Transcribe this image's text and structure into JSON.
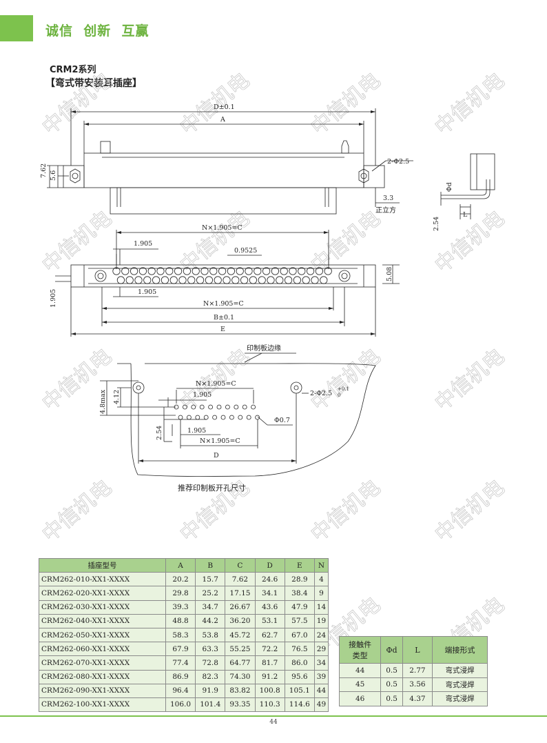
{
  "header": {
    "slogan": "诚信  创新  互赢",
    "accent_color": "#7dc24d"
  },
  "section": {
    "series": "CRM2系列",
    "title": "【弯式带安装耳插座】"
  },
  "watermark": "中信机电",
  "drawing": {
    "dims_top": [
      "D±0.1",
      "A",
      "2-Φ2.5",
      "7.62",
      "5.6",
      "3.3",
      "正立方"
    ],
    "side_dims": [
      "Φd",
      "2.54",
      "L"
    ],
    "dims_front": [
      "N×1.905=C",
      "1.905",
      "0.9525",
      "5.08",
      "1.905",
      "1.905",
      "N×1.905=C",
      "B±0.1",
      "E"
    ],
    "pcb_edge_label": "印制板边缘",
    "dims_pcb": [
      "N×1.905=C",
      "1.905",
      "4.8max",
      "4.12",
      "2-Φ2.5",
      "+0.1",
      "0",
      "2.54",
      "Φ0.7",
      "1.905",
      "N×1.905=C",
      "D"
    ],
    "pcb_caption": "推荐印制板开孔尺寸"
  },
  "main_table": {
    "headers": [
      "插座型号",
      "A",
      "B",
      "C",
      "D",
      "E",
      "N"
    ],
    "rows": [
      [
        "CRM262-010-XX1-XXXX",
        "20.2",
        "15.7",
        "7.62",
        "24.6",
        "28.9",
        "4"
      ],
      [
        "CRM262-020-XX1-XXXX",
        "29.8",
        "25.2",
        "17.15",
        "34.1",
        "38.4",
        "9"
      ],
      [
        "CRM262-030-XX1-XXXX",
        "39.3",
        "34.7",
        "26.67",
        "43.6",
        "47.9",
        "14"
      ],
      [
        "CRM262-040-XX1-XXXX",
        "48.8",
        "44.2",
        "36.20",
        "53.1",
        "57.5",
        "19"
      ],
      [
        "CRM262-050-XX1-XXXX",
        "58.3",
        "53.8",
        "45.72",
        "62.7",
        "67.0",
        "24"
      ],
      [
        "CRM262-060-XX1-XXXX",
        "67.9",
        "63.3",
        "55.25",
        "72.2",
        "76.5",
        "29"
      ],
      [
        "CRM262-070-XX1-XXXX",
        "77.4",
        "72.8",
        "64.77",
        "81.7",
        "86.0",
        "34"
      ],
      [
        "CRM262-080-XX1-XXXX",
        "86.9",
        "82.3",
        "74.30",
        "91.2",
        "95.6",
        "39"
      ],
      [
        "CRM262-090-XX1-XXXX",
        "96.4",
        "91.9",
        "83.82",
        "100.8",
        "105.1",
        "44"
      ],
      [
        "CRM262-100-XX1-XXXX",
        "106.0",
        "101.4",
        "93.35",
        "110.3",
        "114.6",
        "49"
      ]
    ]
  },
  "contact_table": {
    "headers": [
      "接触件\n类型",
      "Φd",
      "L",
      "端接形式"
    ],
    "rows": [
      [
        "44",
        "0.5",
        "2.77",
        "弯式浸焊"
      ],
      [
        "45",
        "0.5",
        "3.56",
        "弯式浸焊"
      ],
      [
        "46",
        "0.5",
        "4.37",
        "弯式浸焊"
      ]
    ]
  },
  "footer": {
    "page_number": "44"
  }
}
